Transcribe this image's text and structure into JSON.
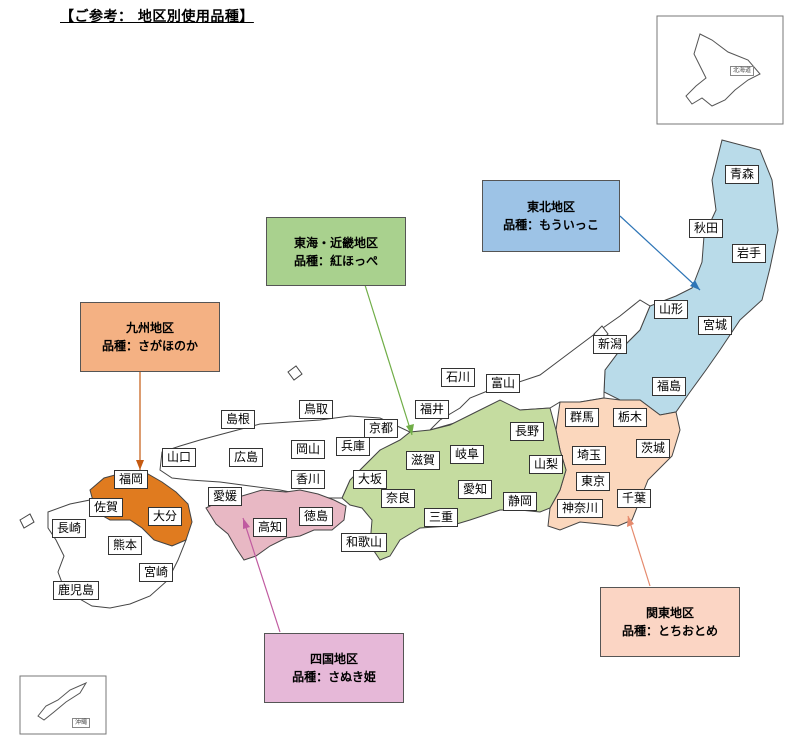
{
  "title": "【ご参考： 地区別使用品種】",
  "colors": {
    "tohoku": "#b9dbe9",
    "kanto": "#fbd7bd",
    "tokai_kinki": "#c5dca0",
    "shikoku": "#e8b8c4",
    "kyushu": "#e07b1f",
    "tohoku_box": "#9dc3e6",
    "kanto_box": "#fbd5c4",
    "tokai_box": "#a9d18e",
    "shikoku_box": "#e6b8d8",
    "kyushu_box": "#f4b183",
    "tohoku_arrow": "#2e75b6",
    "kanto_arrow": "#e58a6d",
    "tokai_arrow": "#70ad47",
    "shikoku_arrow": "#c05aa0",
    "kyushu_arrow": "#c55a11"
  },
  "regions": {
    "tohoku": {
      "name": "東北地区",
      "variety": "品種：もういっこ"
    },
    "tokai_kinki": {
      "name": "東海・近畿地区",
      "variety": "品種：紅ほっぺ"
    },
    "kyushu": {
      "name": "九州地区",
      "variety": "品種：さがほのか"
    },
    "kanto": {
      "name": "関東地区",
      "variety": "品種：とちおとめ"
    },
    "shikoku": {
      "name": "四国地区",
      "variety": "品種：さぬき姫"
    }
  },
  "prefectures": {
    "aomori": "青森",
    "akita": "秋田",
    "iwate": "岩手",
    "yamagata": "山形",
    "miyagi": "宮城",
    "niigata": "新潟",
    "fukushima": "福島",
    "ishikawa": "石川",
    "toyama": "富山",
    "fukui": "福井",
    "nagano": "長野",
    "gunma": "群馬",
    "tochigi": "栃木",
    "ibaraki": "茨城",
    "saitama": "埼玉",
    "yamanashi": "山梨",
    "tokyo": "東京",
    "chiba": "千葉",
    "kanagawa": "神奈川",
    "shizuoka": "静岡",
    "aichi": "愛知",
    "gifu": "岐阜",
    "mie": "三重",
    "shiga": "滋賀",
    "kyoto": "京都",
    "osaka": "大坂",
    "nara": "奈良",
    "wakayama": "和歌山",
    "hyogo": "兵庫",
    "tottori": "鳥取",
    "shimane": "島根",
    "okayama": "岡山",
    "hiroshima": "広島",
    "yamaguchi": "山口",
    "kagawa": "香川",
    "ehime": "愛媛",
    "tokushima": "徳島",
    "kochi": "高知",
    "fukuoka": "福岡",
    "saga": "佐賀",
    "nagasaki": "長崎",
    "kumamoto": "熊本",
    "oita": "大分",
    "miyazaki": "宮崎",
    "kagoshima": "鹿児島"
  },
  "insets": {
    "hokkaido": "北海道",
    "okinawa": "沖縄"
  }
}
